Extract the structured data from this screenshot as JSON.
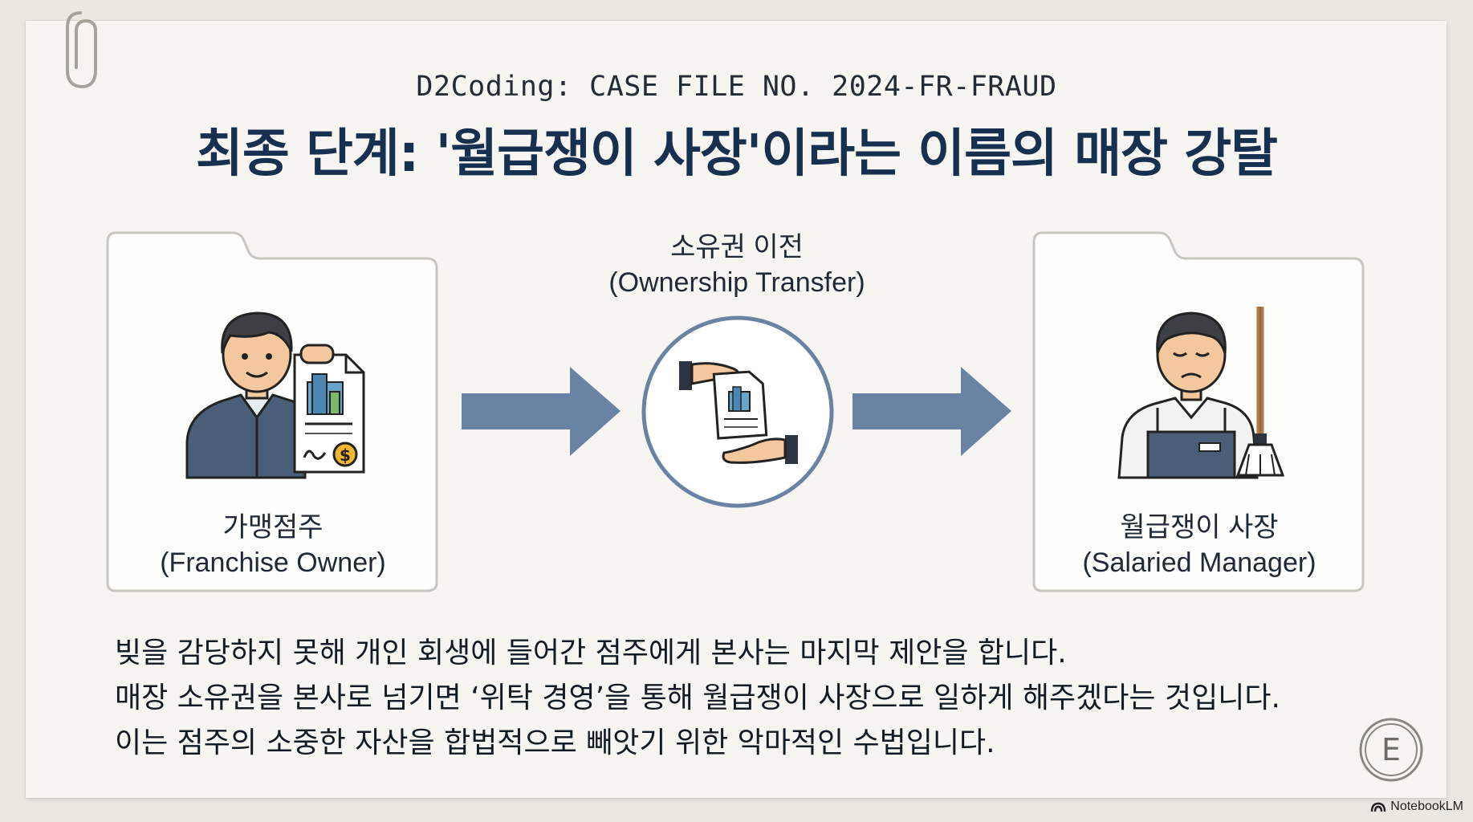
{
  "header": {
    "case_file": "D2Coding: CASE FILE NO. 2024-FR-FRAUD",
    "title": "최종 단계: '월급쟁이 사장'이라는 이름의 매장 강탈"
  },
  "left_folder": {
    "label_ko": "가맹점주",
    "label_en": "(Franchise Owner)"
  },
  "transfer": {
    "label_ko": "소유권 이전",
    "label_en": "(Ownership Transfer)"
  },
  "right_folder": {
    "label_ko": "월급쟁이 사장",
    "label_en": "(Salaried Manager)"
  },
  "body": {
    "lines": [
      "빚을 감당하지 못해 개인 회생에 들어간 점주에게 본사는 마지막 제안을 합니다.",
      "매장 소유권을 본사로 넘기면 ‘위탁 경영’을 통해 월급쟁이 사장으로 일하게 해주겠다는 것입니다.",
      "이는 점주의 소중한 자산을 합법적으로 빼앗기 위한 악마적인 수법입니다."
    ]
  },
  "seal": {
    "letter": "E"
  },
  "brand": {
    "name": "NotebookLM"
  },
  "colors": {
    "navy": "#18304f",
    "arrow": "#6a82a3",
    "ink": "#2b3440"
  },
  "icons": [
    "paperclip-icon",
    "document-icon",
    "handover-icon",
    "mop-icon",
    "notebooklm-logo-icon"
  ]
}
